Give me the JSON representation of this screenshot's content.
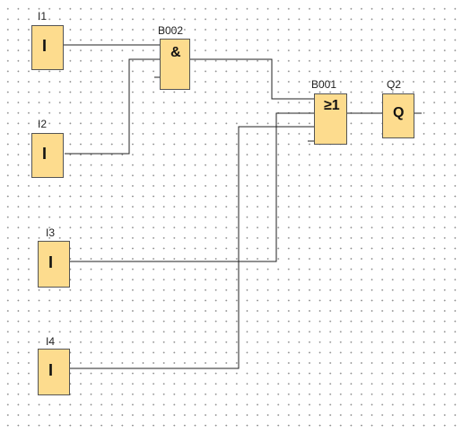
{
  "blocks": {
    "i1": {
      "label": "I1",
      "symbol": "I"
    },
    "i2": {
      "label": "I2",
      "symbol": "I"
    },
    "i3": {
      "label": "I3",
      "symbol": "I"
    },
    "i4": {
      "label": "I4",
      "symbol": "I"
    },
    "b002": {
      "label": "B002",
      "symbol": "&"
    },
    "b001": {
      "label": "B001",
      "symbol": "≥1"
    },
    "q2": {
      "label": "Q2",
      "symbol": "Q"
    }
  },
  "colors": {
    "block_fill": "#fddc8e",
    "block_border": "#555555",
    "wire": "#222222",
    "grid_dot": "#8a8a8a"
  }
}
